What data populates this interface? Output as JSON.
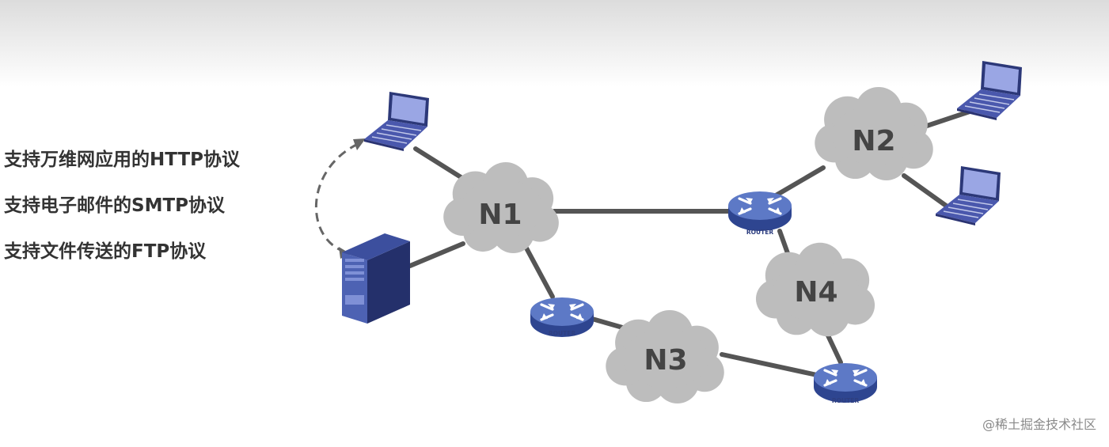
{
  "protocols": [
    "支持万维网应用的HTTP协议",
    "支持电子邮件的SMTP协议",
    "支持文件传送的FTP协议"
  ],
  "networks": {
    "n1": "N1",
    "n2": "N2",
    "n3": "N3",
    "n4": "N4"
  },
  "router_label": "ROUTER",
  "watermark": "@稀土掘金技术社区",
  "colors": {
    "cloud": "#bdbdbd",
    "link": "#555555",
    "router": "#4a66b5",
    "host": "#5060b8",
    "server": "#2f3f7c"
  }
}
